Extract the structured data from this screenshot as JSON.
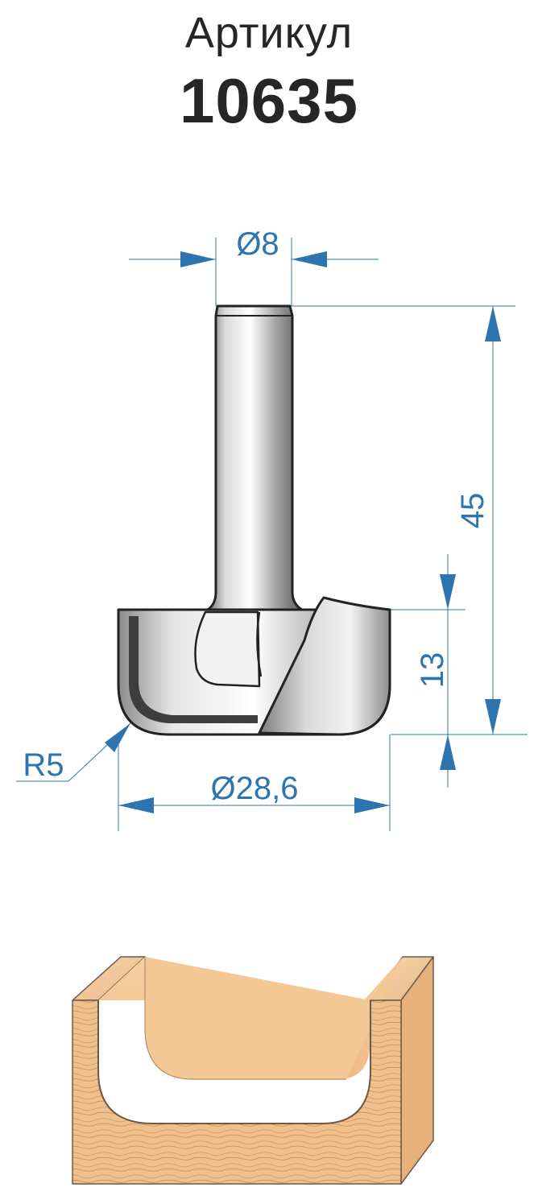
{
  "header": {
    "label": "Артикул",
    "article_number": "10635"
  },
  "dimensions": {
    "shank_diameter": "Ø8",
    "cutter_diameter": "Ø28,6",
    "total_length": "45",
    "cutting_height": "13",
    "radius": "R5"
  },
  "colors": {
    "dimension_blue": "#2e75b0",
    "text_dark": "#262626",
    "wood": "#f0c190",
    "outline": "#222222"
  }
}
